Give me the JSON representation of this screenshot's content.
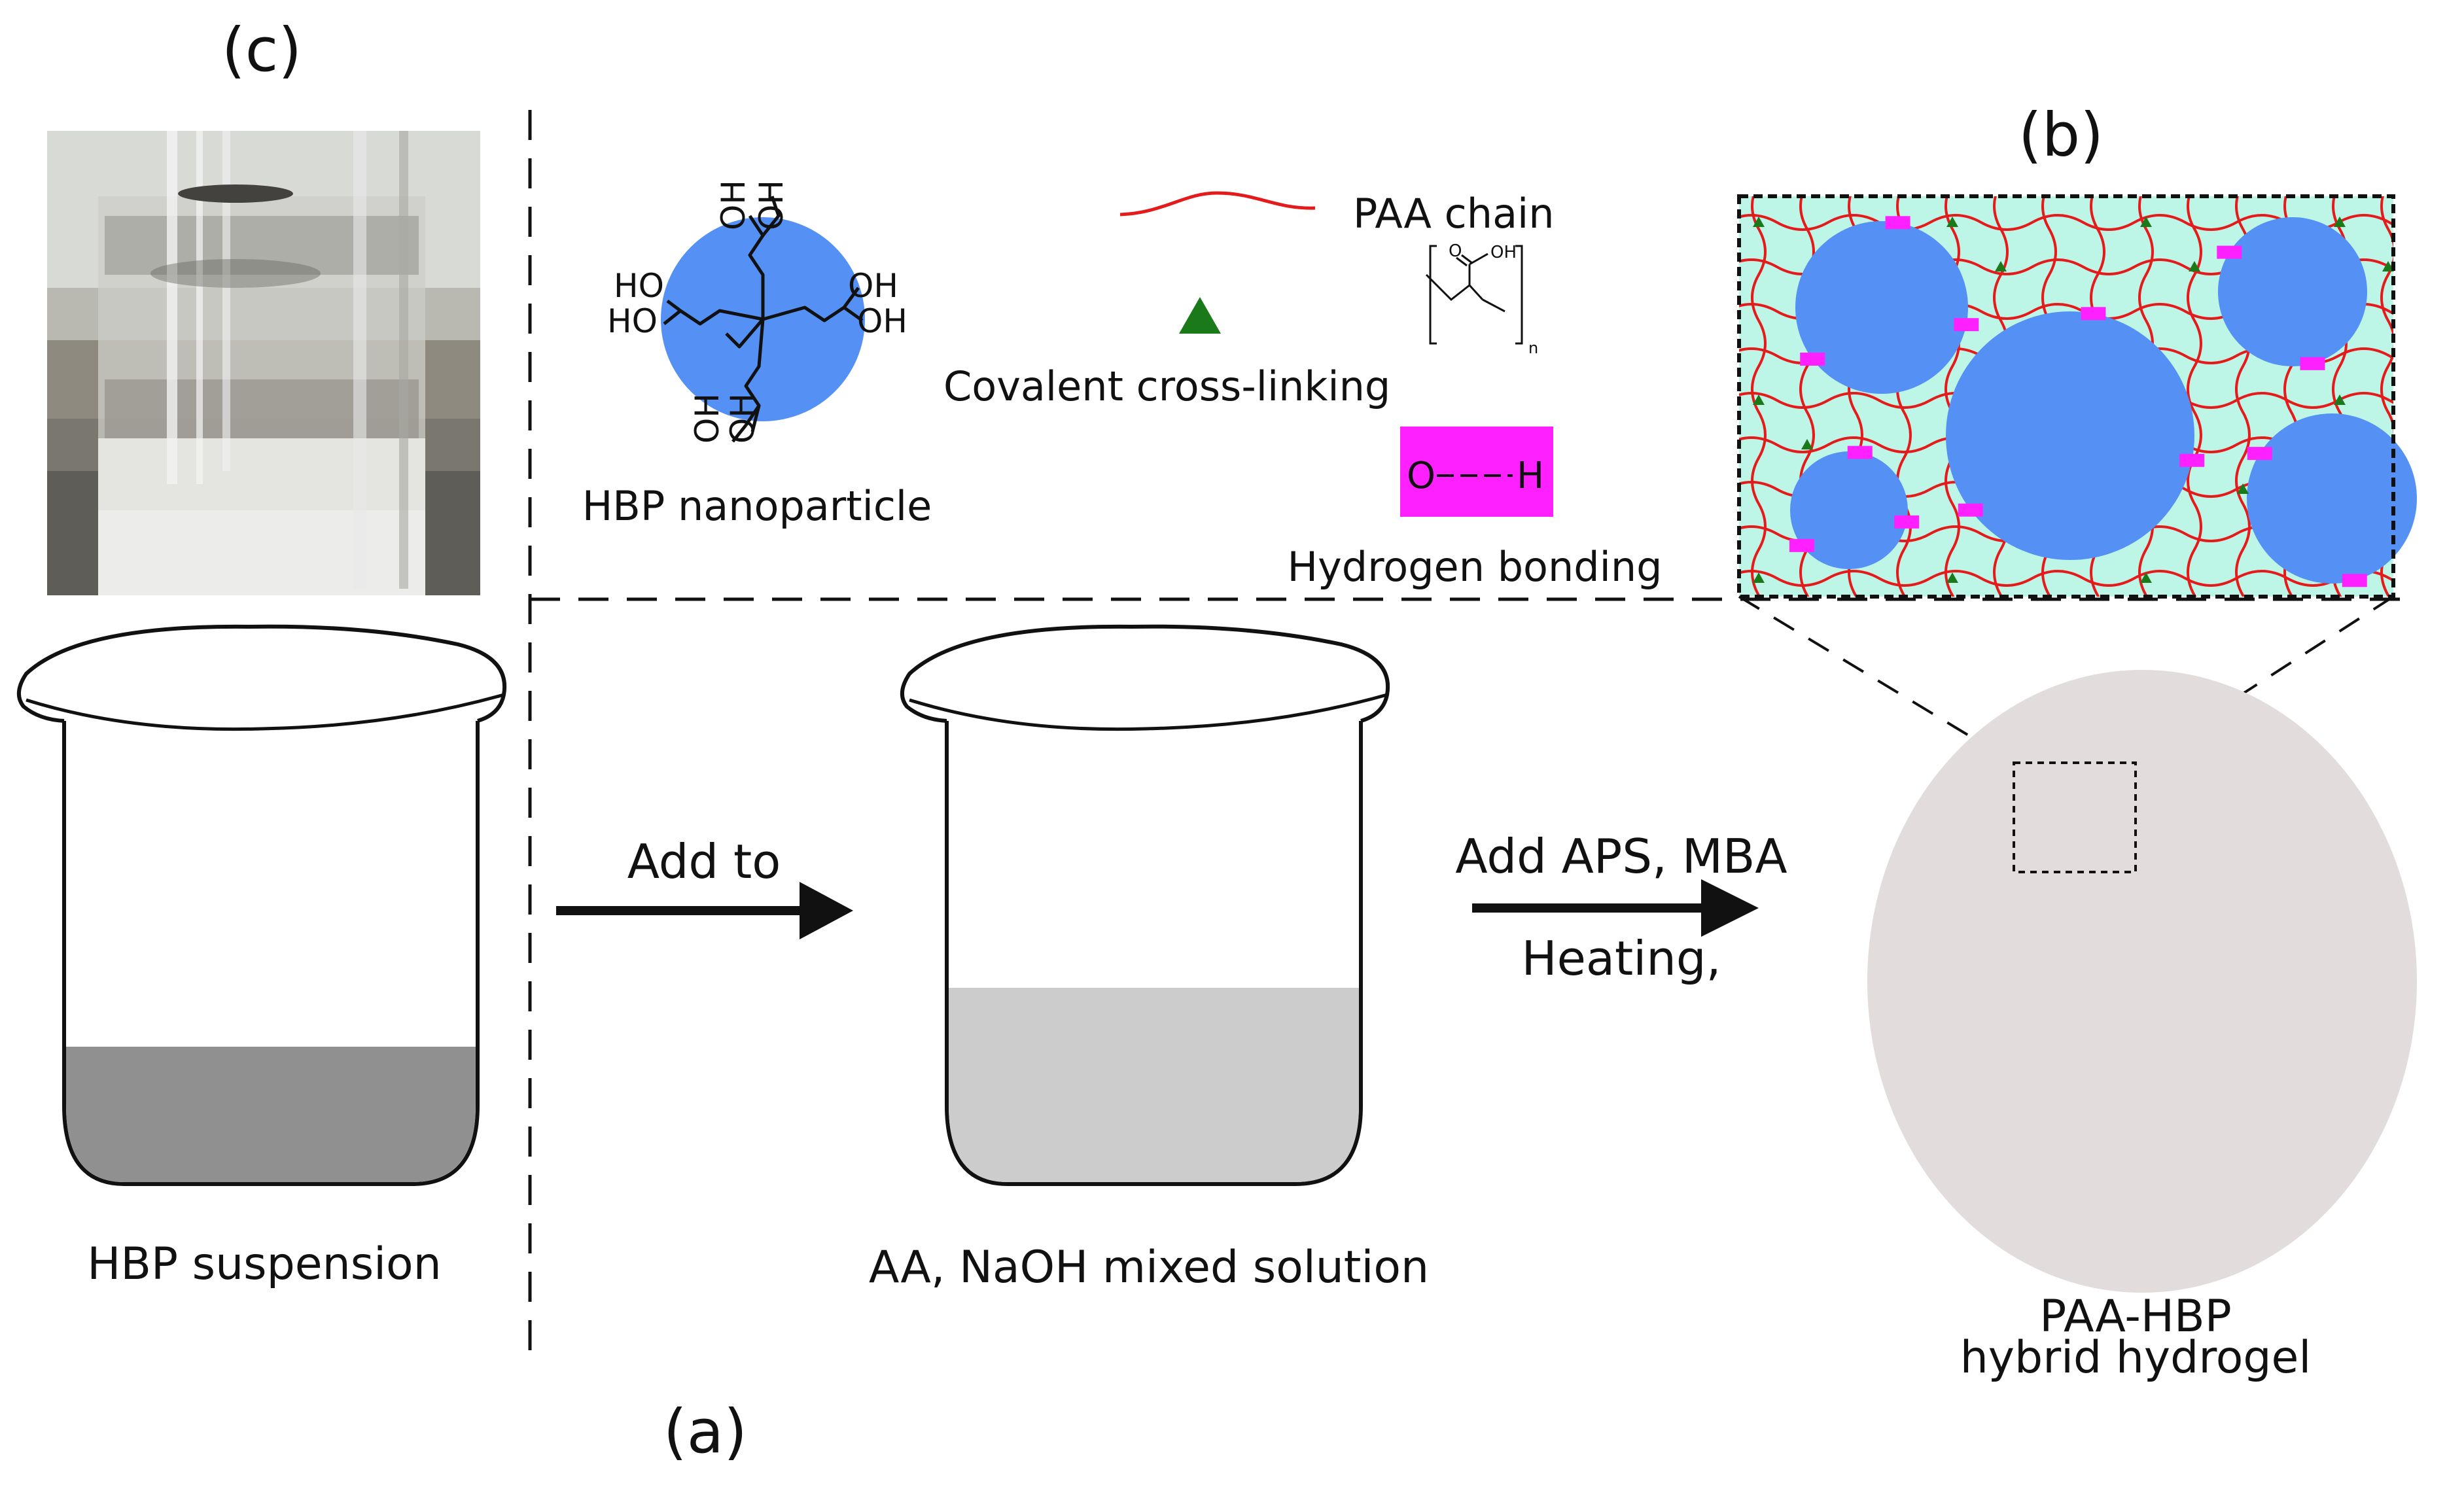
{
  "panel_labels": {
    "a": "(a)",
    "b": "(b)",
    "c": "(c)"
  },
  "legend": {
    "hbp_nanoparticle": "HBP nanoparticle",
    "hydroxyl": "OH",
    "hydroxyl_reversed": "HO",
    "paa_chain": "PAA chain",
    "covalent_crosslinking": "Covalent cross-linking",
    "hydrogen_bond_symbol_o": "O",
    "hydrogen_bond_symbol_h": "H",
    "hydrogen_bonding": "Hydrogen bonding",
    "paa_structure": {
      "carbonyl_o": "O",
      "oh": "OH",
      "subscript_n": "n"
    }
  },
  "process": {
    "beaker1_label": "HBP suspension",
    "step1_label": "Add to",
    "beaker2_label": "AA, NaOH mixed solution",
    "step2_label_top": "Add APS, MBA",
    "step2_label_bottom": "Heating,",
    "product_label_line1": "PAA-HBP",
    "product_label_line2": "hybrid hydrogel"
  },
  "colors": {
    "nanoparticle": "#5590f5",
    "paa_chain": "#e51a1a",
    "crosslink": "#1a7a1a",
    "hydrogen_bond": "#ff20ff",
    "hydrogel_background": "#bdf5e6",
    "hydrogel_sphere": "#e2dcdc",
    "hbp_suspension_fill": "#909090",
    "mixed_solution_fill": "#cccccc"
  }
}
